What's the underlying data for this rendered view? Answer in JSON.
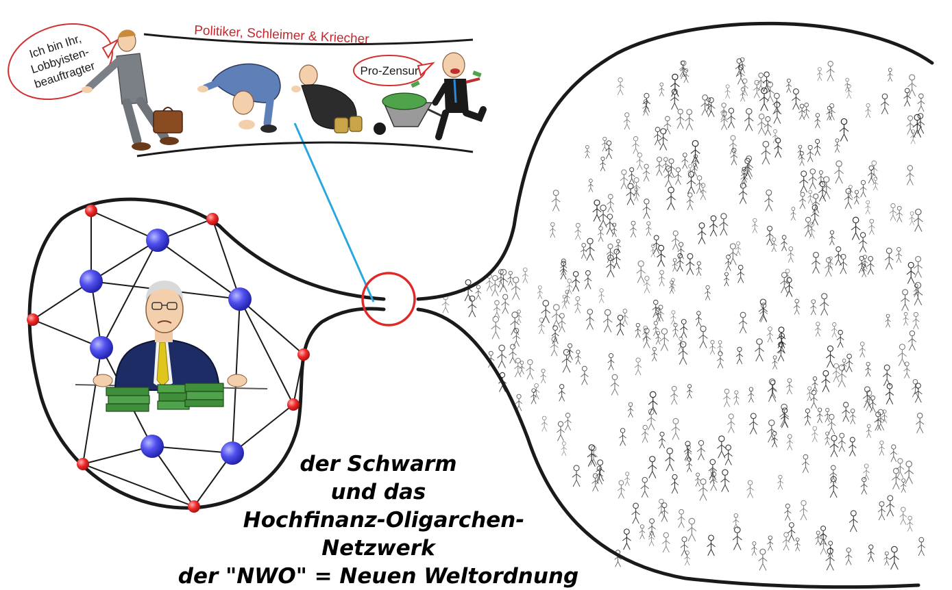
{
  "corridor": {
    "title": "Politiker, Schleimer & Kriecher",
    "lobbyist_bubble": [
      "Ich bin Ihr,",
      "Lobbyisten-",
      "beauftragter"
    ],
    "pro_zensur_bubble": "Pro-Zensur"
  },
  "caption": [
    "der Schwarm",
    "und das",
    "Hochfinanz-Oligarchen-",
    "Netzwerk",
    "der \"NWO\" = Neuen Weltordnung"
  ],
  "colors": {
    "outline": "#1a1a1a",
    "hub_node": "#3b3bd6",
    "edge_node": "#e02020",
    "bottleneck_circle": "#e02828",
    "pointer_line": "#29a8e0",
    "title_text": "#c0282d",
    "money": "#3f8f3a",
    "suit": "#1e2c66",
    "tie": "#e0c51a"
  },
  "icons": [
    "banker-figure",
    "lobbyist-figure",
    "crawling-man",
    "kneeling-man",
    "wheelbarrow-money",
    "businessman-running",
    "stick-figure-crowd"
  ]
}
